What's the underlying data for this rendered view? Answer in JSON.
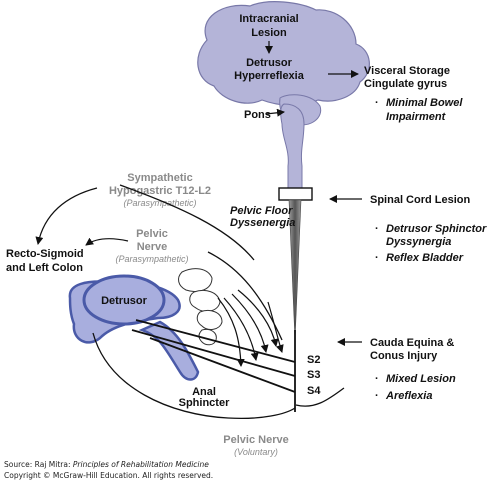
{
  "brain": {
    "lesion_line1": "Intracranial",
    "lesion_line2": "Lesion",
    "hyper_line1": "Detrusor",
    "hyper_line2": "Hyperreflexia"
  },
  "right": {
    "visceral_line1": "Visceral Storage",
    "visceral_line2": "Cingulate gyrus",
    "bowel_line1": "Minimal Bowel",
    "bowel_line2": "Impairment",
    "spinal_lesion": "Spinal Cord Lesion",
    "dsd_line1": "Detrusor Sphinctor",
    "dsd_line2": "Dyssynergia",
    "reflex_bladder": "Reflex Bladder",
    "cauda_line1": "Cauda Equina &",
    "cauda_line2": "Conus Injury",
    "mixed_lesion": "Mixed Lesion",
    "areflexia": "Areflexia",
    "bullet": "·"
  },
  "labels": {
    "pons": "Pons",
    "pelvic_floor_line1": "Pelvic Floor",
    "pelvic_floor_line2": "Dyssenergia",
    "sympathetic_line1": "Sympathetic",
    "sympathetic_line2": "Hypogastric T12-L2",
    "sympathetic_note": "(Parasympathetic)",
    "pelvic_nerve_line1": "Pelvic",
    "pelvic_nerve_line2": "Nerve",
    "pelvic_nerve_note": "(Parasympathetic)",
    "recto_line1": "Recto-Sigmoid",
    "recto_line2": "and Left Colon",
    "detrusor": "Detrusor",
    "anal_line1": "Anal",
    "anal_line2": "Sphincter",
    "s2": "S2",
    "s3": "S3",
    "s4": "S4",
    "bottom_nerve": "Pelvic Nerve",
    "bottom_note": "(Voluntary)"
  },
  "source": {
    "line1_prefix": "Source: Raj Mitra: ",
    "line1_title": "Principles of Rehabilitation Medicine",
    "line2": "Copyright © McGraw-Hill Education. All rights reserved."
  },
  "colors": {
    "brain_fill": "#b4b4d8",
    "brain_stroke": "#7878a8",
    "organ_fill": "#a8aede",
    "organ_stroke": "#4a5aa8",
    "annotation_gray": "#8a8a8a"
  }
}
